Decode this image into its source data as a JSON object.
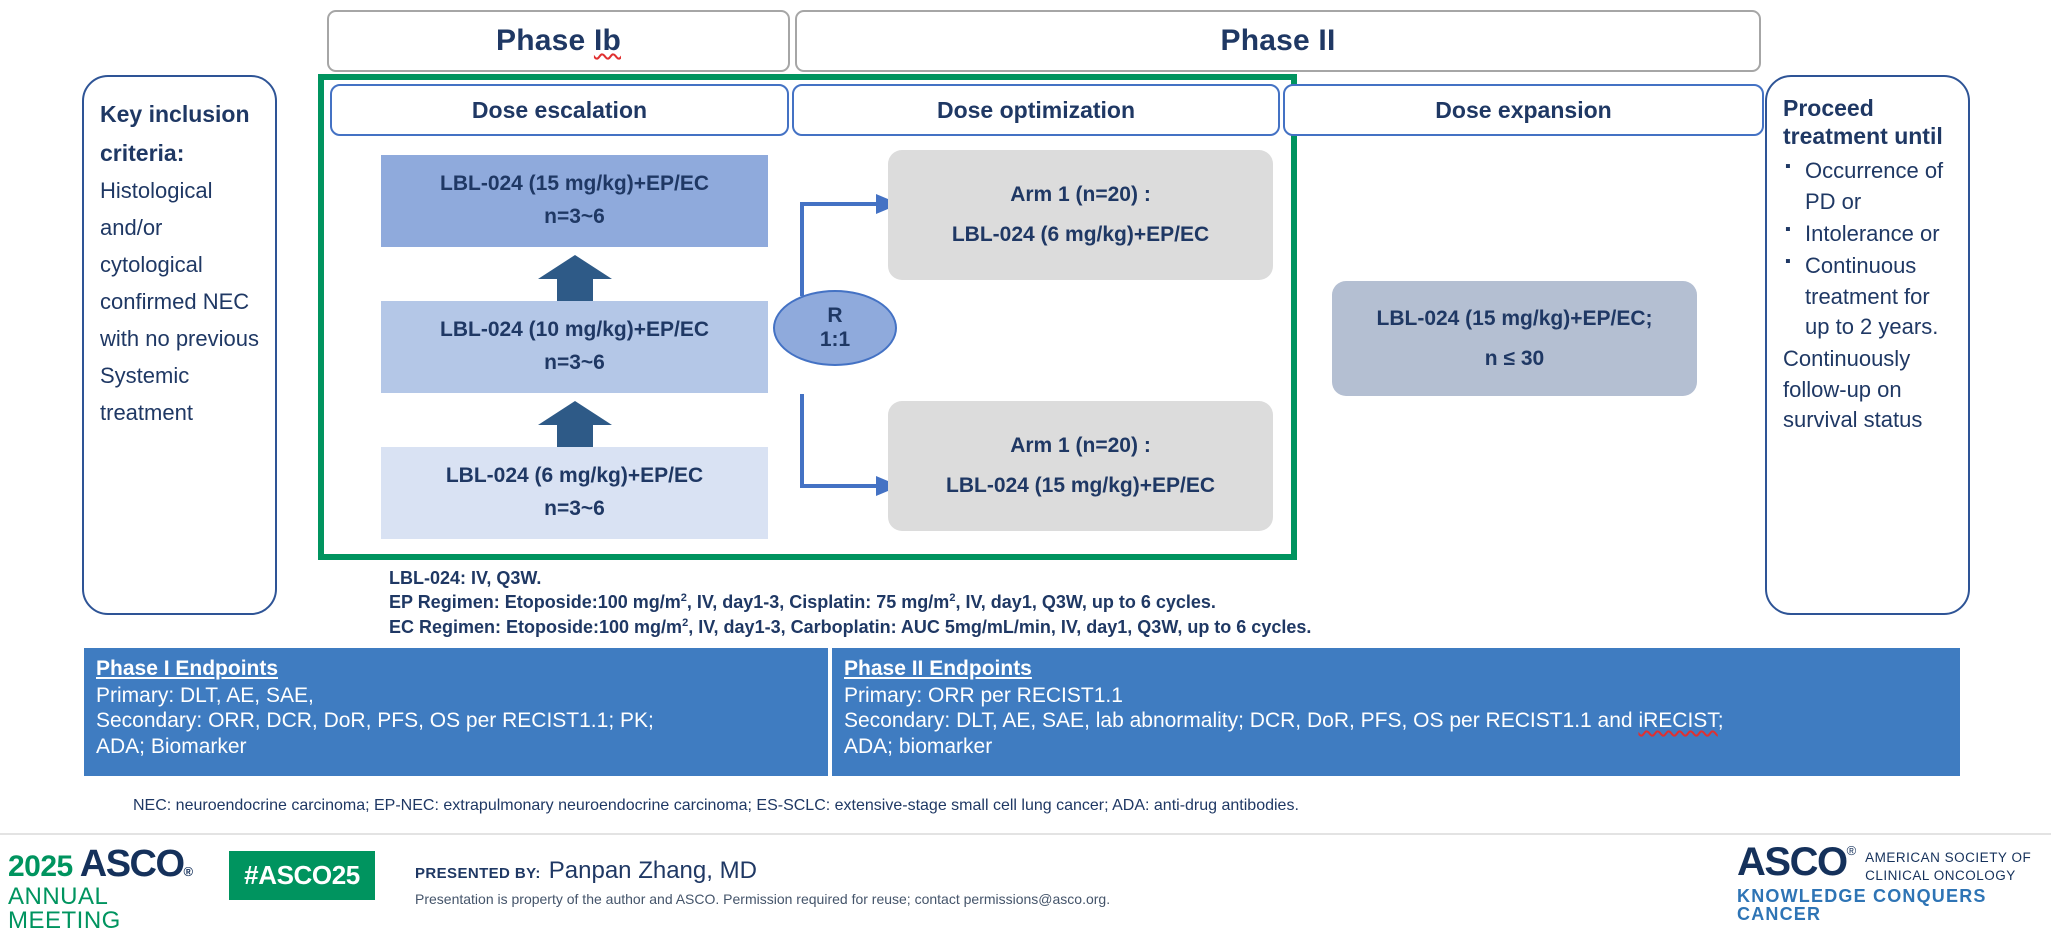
{
  "phases": {
    "phase_ib": "Phase Ib",
    "phase_ib_spell": "Ib",
    "phase_ii": "Phase II"
  },
  "stages": {
    "escalation": "Dose escalation",
    "optimization": "Dose optimization",
    "expansion": "Dose expansion"
  },
  "dose_escalation": [
    {
      "label": "LBL-024 (15 mg/kg)+EP/EC",
      "n": "n=3~6",
      "color": "#8FAADC"
    },
    {
      "label": "LBL-024 (10 mg/kg)+EP/EC",
      "n": "n=3~6",
      "color": "#B4C7E7"
    },
    {
      "label": "LBL-024 (6 mg/kg)+EP/EC",
      "n": "n=3~6",
      "color": "#D9E2F3"
    }
  ],
  "randomization": {
    "symbol": "R",
    "ratio": "1:1"
  },
  "arms": [
    {
      "title": "Arm 1 (n=20) :",
      "regimen": "LBL-024 (6 mg/kg)+EP/EC"
    },
    {
      "title": "Arm 1 (n=20) :",
      "regimen": "LBL-024 (15 mg/kg)+EP/EC"
    }
  ],
  "expansion": {
    "regimen": "LBL-024 (15 mg/kg)+EP/EC;",
    "n": "n ≤ 30"
  },
  "key_criteria": {
    "heading_line1": "Key inclusion",
    "heading_line2": "criteria:",
    "lines": [
      "Histological",
      "and/or",
      "cytological",
      "confirmed NEC",
      "with no previous",
      "Systemic",
      "treatment"
    ]
  },
  "proceed": {
    "heading": "Proceed treatment until",
    "bullets": [
      "Occurrence of PD or",
      "Intolerance or",
      "Continuous treatment for up to 2 years."
    ],
    "tail": "Continuously follow-up on survival status"
  },
  "regimen_notes": {
    "line1": "LBL-024: IV, Q3W.",
    "line2_a": "EP Regimen: Etoposide:100 mg/m",
    "line2_sup": "2",
    "line2_b": ", IV, day1-3, Cisplatin: 75 mg/m",
    "line2_sup2": "2",
    "line2_c": ", IV, day1, Q3W, up to 6 cycles.",
    "line3_a": "EC Regimen: Etoposide:100 mg/m",
    "line3_sup": "2",
    "line3_b": ", IV, day1-3, Carboplatin: AUC 5mg/mL/min, IV, day1, Q3W, up to 6 cycles."
  },
  "endpoints_phase1": {
    "title": "Phase I Endpoints",
    "primary": "Primary: DLT, AE, SAE,",
    "secondary": "Secondary: ORR, DCR, DoR, PFS, OS per RECIST1.1; PK;",
    "extra": "ADA; Biomarker"
  },
  "endpoints_phase2": {
    "title": "Phase II Endpoints",
    "primary": "Primary: ORR per RECIST1.1",
    "secondary_a": "Secondary: DLT, AE, SAE, lab abnormality; DCR, DoR, PFS, OS per RECIST1.1 and ",
    "secondary_spell": "iRECIST",
    "secondary_b": ";",
    "extra": "ADA; biomarker"
  },
  "abbreviations": "NEC: neuroendocrine carcinoma; EP-NEC: extrapulmonary neuroendocrine carcinoma; ES-SCLC: extensive-stage small cell lung cancer; ADA: anti-drug antibodies.",
  "footer": {
    "meeting_year": "2025",
    "meeting_brand": "ASCO",
    "meeting_sub": "ANNUAL MEETING",
    "hashtag": "#ASCO25",
    "presented_label": "PRESENTED BY:",
    "presenter": "Panpan Zhang, MD",
    "permission": "Presentation is property of the author and ASCO. Permission required for reuse; contact permissions@asco.org.",
    "asco_acronym": "ASCO",
    "asco_society_line1": "AMERICAN SOCIETY OF",
    "asco_society_line2": "CLINICAL ONCOLOGY",
    "asco_tagline": "KNOWLEDGE CONQUERS CANCER"
  },
  "colors": {
    "navy": "#1F3864",
    "green": "#00945F",
    "blue_border": "#4472C4",
    "endpoint_blue": "#3F7CC1",
    "arm_gray": "#DCDCDC",
    "expansion_gray": "#B4BFD2"
  }
}
